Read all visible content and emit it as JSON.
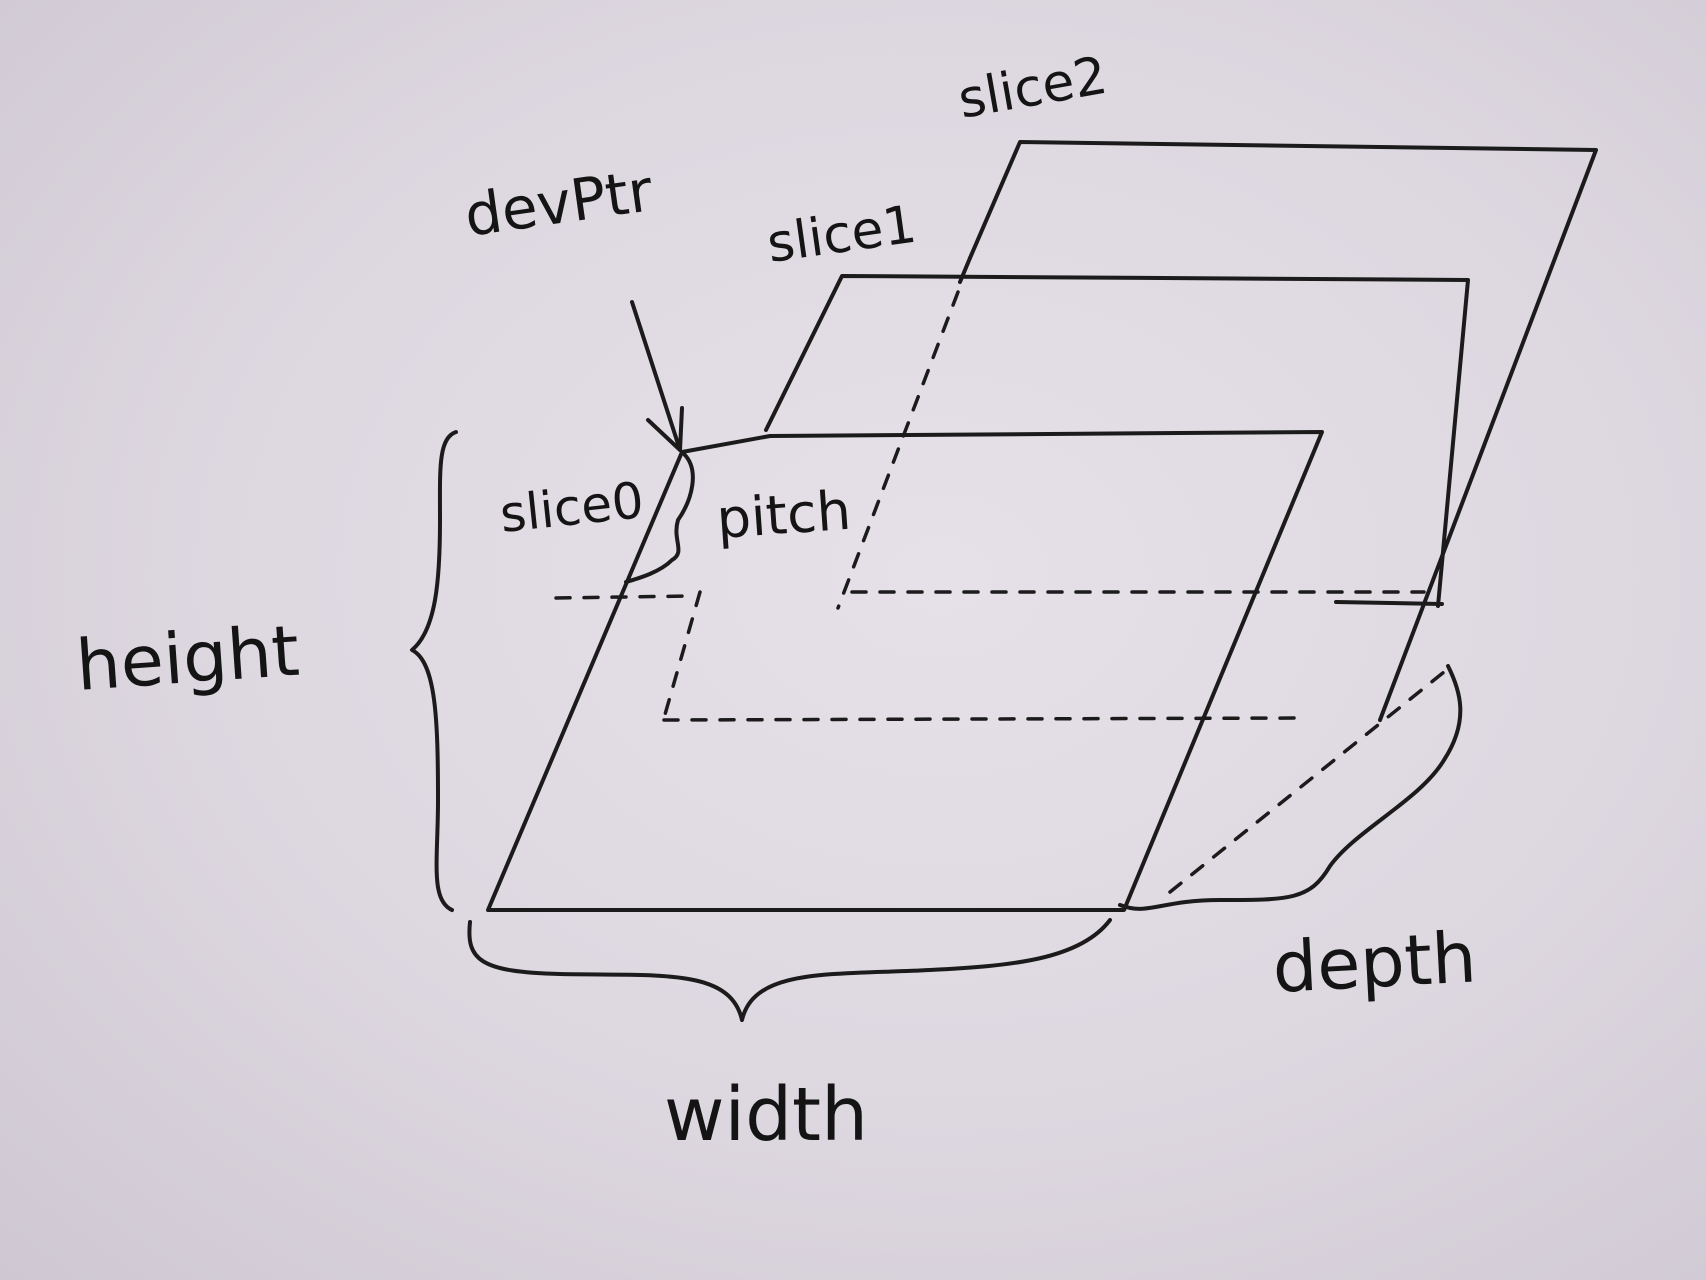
{
  "labels": {
    "slice0": "slice0",
    "slice1": "slice1",
    "slice2": "slice2",
    "devptr": "devPtr",
    "pitch": "pitch",
    "height": "height",
    "width": "width",
    "depth": "depth"
  },
  "colors": {
    "ink": "#1b1b1b",
    "paper": "#e2dce5"
  }
}
